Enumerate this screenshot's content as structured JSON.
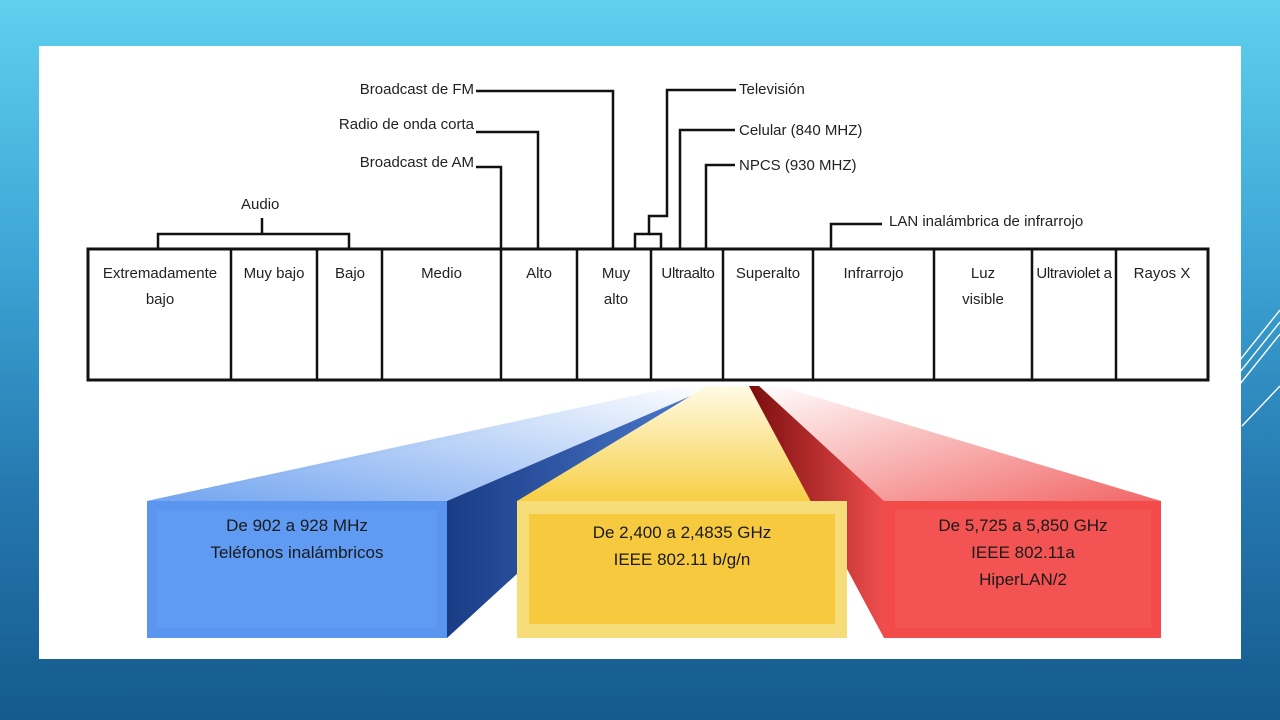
{
  "spectrum": {
    "cells": [
      {
        "id": "extremadamente-bajo",
        "label": "Extremadamente bajo"
      },
      {
        "id": "muy-bajo",
        "label": "Muy bajo"
      },
      {
        "id": "bajo",
        "label": "Bajo"
      },
      {
        "id": "medio",
        "label": "Medio"
      },
      {
        "id": "alto",
        "label": "Alto"
      },
      {
        "id": "muy-alto",
        "label": "Muy alto"
      },
      {
        "id": "ultraalto",
        "label": "Ultraalto"
      },
      {
        "id": "superalto",
        "label": "Superalto"
      },
      {
        "id": "infrarrojo",
        "label": "Infrarrojo"
      },
      {
        "id": "luz-visible",
        "label": "Luz visible"
      },
      {
        "id": "ultravioleta",
        "label": "Ultraviolet a"
      },
      {
        "id": "rayos-x",
        "label": "Rayos X"
      }
    ]
  },
  "callouts": {
    "audio": "Audio",
    "broadcast_fm": "Broadcast de FM",
    "radio_onda_corta": "Radio de onda corta",
    "broadcast_am": "Broadcast de AM",
    "television": "Televisión",
    "celular": "Celular (840 MHZ)",
    "npcs": "NPCS (930 MHZ)",
    "lan_infrarrojo": "LAN inalámbrica de infrarrojo"
  },
  "bands": [
    {
      "line1": "De 902 a 928 MHz",
      "line2": "Teléfonos inalámbricos",
      "line3": "",
      "color": "#5c98f0"
    },
    {
      "line1": "De 2,400 a 2,4835 GHz",
      "line2": "IEEE 802.11 b/g/n",
      "line3": "",
      "color": "#f5c842"
    },
    {
      "line1": "De 5,725 a 5,850 GHz",
      "line2": "IEEE 802.11a",
      "line3": "HiperLAN/2",
      "color": "#f24848"
    }
  ]
}
